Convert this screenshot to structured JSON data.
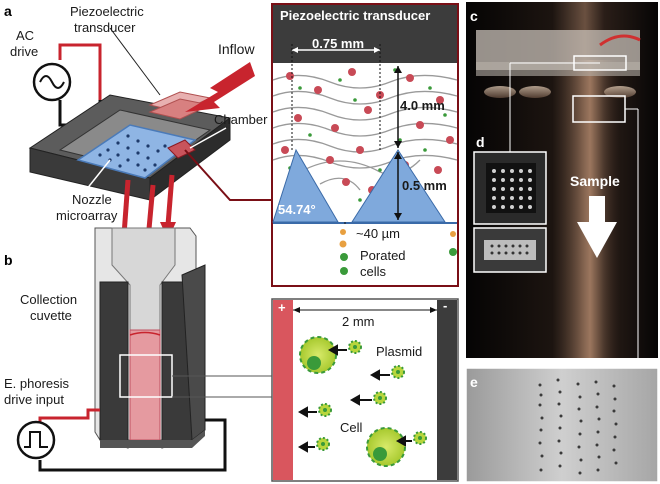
{
  "panels": {
    "a": "a",
    "b": "b",
    "c": "c",
    "d": "d",
    "e": "e"
  },
  "panel_a": {
    "piezo_label_line1": "Piezoelectric",
    "piezo_label_line2": "transducer",
    "ac_line1": "AC",
    "ac_line2": "drive",
    "inflow": "Inflow",
    "chamber": "Chamber",
    "nozzle_line1": "Nozzle",
    "nozzle_line2": "microarray"
  },
  "inset_top": {
    "title": "Piezoelectric transducer",
    "width": "0.75 mm",
    "height_top": "4.0 mm",
    "height_nozzle": "0.5 mm",
    "angle": "54.74°",
    "gap": "~40 µm",
    "porated_line1": "Porated",
    "porated_line2": "cells"
  },
  "panel_b": {
    "collection_line1": "Collection",
    "collection_line2": "cuvette",
    "ephoresis_line1": "E. phoresis",
    "ephoresis_line2": "drive input"
  },
  "inset_bottom": {
    "plus": "+",
    "minus": "-",
    "width": "2 mm",
    "plasmid": "Plasmid",
    "cell": "Cell"
  },
  "panel_c": {
    "sample": "Sample"
  },
  "colors": {
    "pink": "#d9565e",
    "dark_red": "#7a0f16",
    "blue": "#7fa9dc",
    "green_cell": "#b8d63c",
    "dark_gray": "#3c3c3c"
  }
}
